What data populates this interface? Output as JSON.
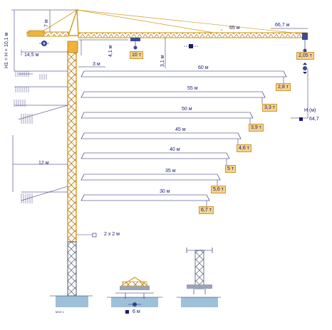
{
  "colors": {
    "crane": "#f0b23a",
    "crane_edge": "#b07a10",
    "line": "#1a1a6e",
    "bar": "#ffffff",
    "tag": "#f6d28c",
    "ground": "#9fc0d9",
    "mast_base": "#9aa4b8"
  },
  "labels": {
    "height_formula": "H1 = H + 10,1 м",
    "counter_jib": "14,5 м",
    "apex": "7 м",
    "jib_65": "65 м",
    "jib_max": "66,7 м",
    "h_4_1": "4,1 м",
    "h_3_1": "3,1 м",
    "offset_3": "3 м",
    "load_10": "10 т",
    "load_tip": "2,05 т",
    "h_title": "H (м)",
    "h_value": "64,7",
    "side_12": "12 м",
    "mast_section": "2 x 2 м",
    "base_width": "6 м",
    "logo_text": "МСК 1"
  },
  "jib_variants": [
    {
      "length": "60 м",
      "load": "2,8 т"
    },
    {
      "length": "55 м",
      "load": "3,3 т"
    },
    {
      "length": "50 м",
      "load": "3,9 т"
    },
    {
      "length": "45 м",
      "load": "4,6 т"
    },
    {
      "length": "40 м",
      "load": "5 т"
    },
    {
      "length": "35 м",
      "load": "5,6 т"
    },
    {
      "length": "30 м",
      "load": "6,7 т"
    }
  ],
  "icons": [
    "trolley-icon",
    "hook-icon",
    "counterweight-icon",
    "base-anchor-icon"
  ]
}
